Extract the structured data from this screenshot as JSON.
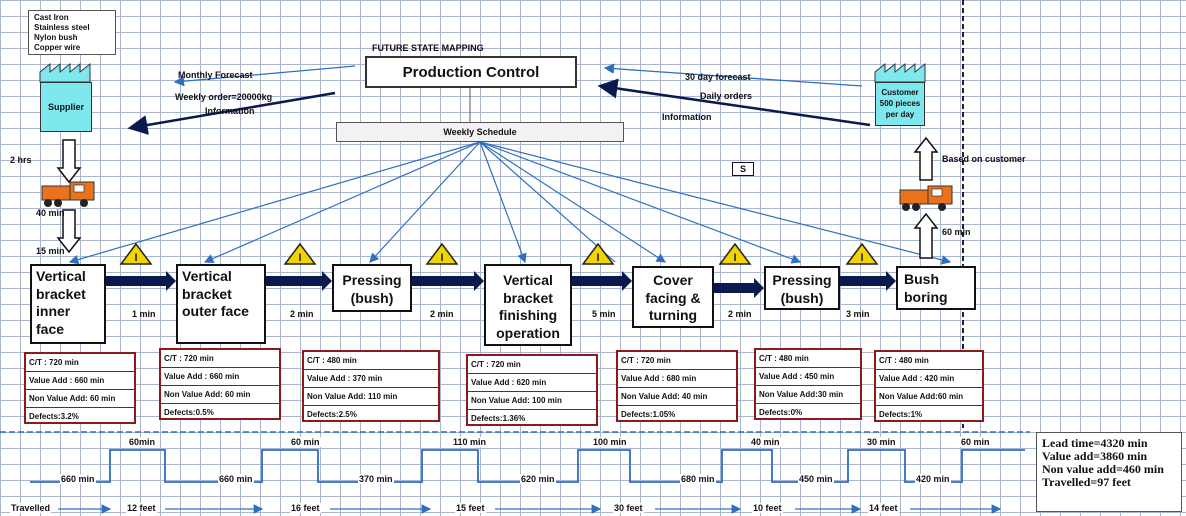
{
  "materials": [
    "Cast Iron",
    "Stainless steel",
    "Nylon bush",
    "Copper wire"
  ],
  "title": "FUTURE STATE MAPPING",
  "production_control": "Production Control",
  "weekly_schedule": "Weekly Schedule",
  "supplier": "Supplier",
  "customer": [
    "Customer",
    "500 pieces",
    "per day"
  ],
  "info_left": {
    "monthly": "Monthly Forecast",
    "weekly": "Weekly order=20000kg",
    "information": "Information"
  },
  "info_right": {
    "forecast": "30 day forecast",
    "daily": "Daily orders",
    "information": "Information"
  },
  "supplier_transport": {
    "time1": "2 hrs",
    "time2": "40 min",
    "time3": "15 min"
  },
  "customer_transport": {
    "basis": "Based on customer",
    "time": "60 min"
  },
  "signal": "S",
  "processes": [
    {
      "name": "Vertical bracket inner face",
      "ct": "C/T :  720 min",
      "va": "Value Add :  660 min",
      "nva": "Non Value Add: 60 min",
      "defects": "Defects:3.2%"
    },
    {
      "name": "Vertical bracket outer face",
      "ct": "C/T : 720 min",
      "va": "Value Add :  660 min",
      "nva": "Non Value Add: 60 min",
      "defects": "Defects:0.5%"
    },
    {
      "name": "Pressing (bush)",
      "ct": "C/T :  480 min",
      "va": "Value Add :  370 min",
      "nva": "Non Value Add: 110 min",
      "defects": "Defects:2.5%"
    },
    {
      "name": "Vertical bracket finishing operation",
      "ct": "C/T :  720 min",
      "va": "Value Add :  620 min",
      "nva": "Non Value Add: 100 min",
      "defects": "Defects:1.36%"
    },
    {
      "name": "Cover facing & turning",
      "ct": "C/T :  720 min",
      "va": "Value Add :  680 min",
      "nva": "Non Value Add: 40 min",
      "defects": "Defects:1.05%"
    },
    {
      "name": "Pressing (bush)",
      "ct": "C/T : 480 min",
      "va": "Value Add :  450 min",
      "nva": "Non Value Add:30 min",
      "defects": "Defects:0%"
    },
    {
      "name": "Bush boring",
      "ct": "C/T :  480 min",
      "va": "Value Add :  420 min",
      "nva": "Non Value Add:60 min",
      "defects": "Defects:1%"
    }
  ],
  "transfer_times": [
    "1 min",
    "2 min",
    "2 min",
    "5 min",
    "2 min",
    "3 min"
  ],
  "timeline_top": [
    "60min",
    "60 min",
    "110 min",
    "100 min",
    "40 min",
    "30 min",
    "60 min"
  ],
  "timeline_bottom": [
    "660 min",
    "660 min",
    "370 min",
    "620 min",
    "680 min",
    "450 min",
    "420 min"
  ],
  "travel": [
    "Travelled",
    "12 feet",
    "16 feet",
    "15 feet",
    "30 feet",
    "10 feet",
    "14 feet"
  ],
  "summary": [
    "Lead time=4320 min",
    "Value add=3860 min",
    "Non value add=460 min",
    "Travelled=97 feet"
  ],
  "colors": {
    "factory": "#7fe7ee",
    "push_arrow": "#0a1a4f",
    "info_line": "#2f6fc0",
    "data_border": "#8b1a1a",
    "kaizen": "#f2d500"
  }
}
